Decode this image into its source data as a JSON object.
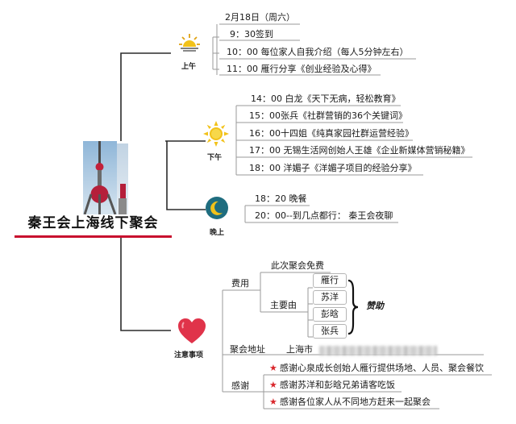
{
  "center": {
    "title": "秦王会上海线下聚会"
  },
  "morning": {
    "label": "上午",
    "items": [
      "2月18日（周六）",
      "9：30签到",
      "10：00 每位家人自我介绍（每人5分钟左右）",
      "11：00 雁行分享《创业经验及心得》"
    ]
  },
  "afternoon": {
    "label": "下午",
    "items": [
      "14：00 白龙《天下无病，轻松教育》",
      "15：00张兵《社群营销的36个关键词》",
      "16：00十四姐《纯真家园社群运营经验》",
      "17：00 无锡生活网创始人王雄《企业新媒体营销秘籍》",
      "18：00 洋媚子《洋媚子项目的经验分享》"
    ]
  },
  "evening": {
    "label": "晚上",
    "items": [
      "18：20 晚餐",
      "20：00--到几点都行： 秦王会夜聊"
    ]
  },
  "notes": {
    "label": "注意事项",
    "fee": {
      "label": "费用",
      "free": "此次聚会免费",
      "main_by": "主要由",
      "sponsors": [
        "雁行",
        "苏洋",
        "彭晗",
        "张兵"
      ],
      "sponsor_tag": "赞助"
    },
    "venue": {
      "label": "聚会地址",
      "value": "上海市"
    },
    "thanks": {
      "label": "感谢",
      "items": [
        "感谢心泉成长创始人雁行提供场地、人员、聚会餐饮",
        "感谢苏洋和彭晗兄弟请客吃饭",
        "感谢各位家人从不同地方赶来一起聚会"
      ]
    }
  },
  "colors": {
    "accent_red": "#c8102e",
    "line": "#2b2b2b",
    "star": "#d9262b",
    "heart": "#e0334a",
    "sun": "#f2c21a",
    "moon_bg": "#1f6d7f"
  }
}
